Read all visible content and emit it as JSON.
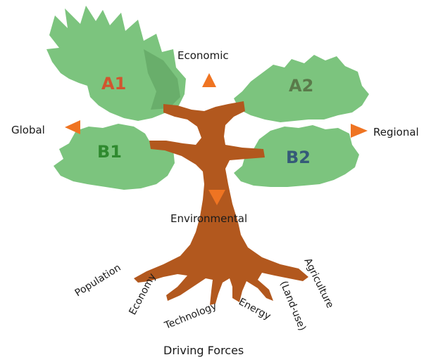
{
  "scenarios": {
    "a1": {
      "label": "A1",
      "color": "#d2552f"
    },
    "a2": {
      "label": "A2",
      "color": "#5a7a4a"
    },
    "b1": {
      "label": "B1",
      "color": "#2f8a2f"
    },
    "b2": {
      "label": "B2",
      "color": "#355a78"
    }
  },
  "axes": {
    "economic": "Economic",
    "environmental": "Environmental",
    "global": "Global",
    "regional": "Regional"
  },
  "roots": {
    "population": "Population",
    "economy": "Economy",
    "technology": "Technology",
    "energy": "Energy",
    "land_use": "(Land-use)",
    "agriculture": "Agriculture"
  },
  "caption": "Driving Forces",
  "colors": {
    "foliage": "#7cc47e",
    "foliage_shade": "#5da05f",
    "trunk": "#b2581e",
    "arrow": "#ef7422"
  }
}
